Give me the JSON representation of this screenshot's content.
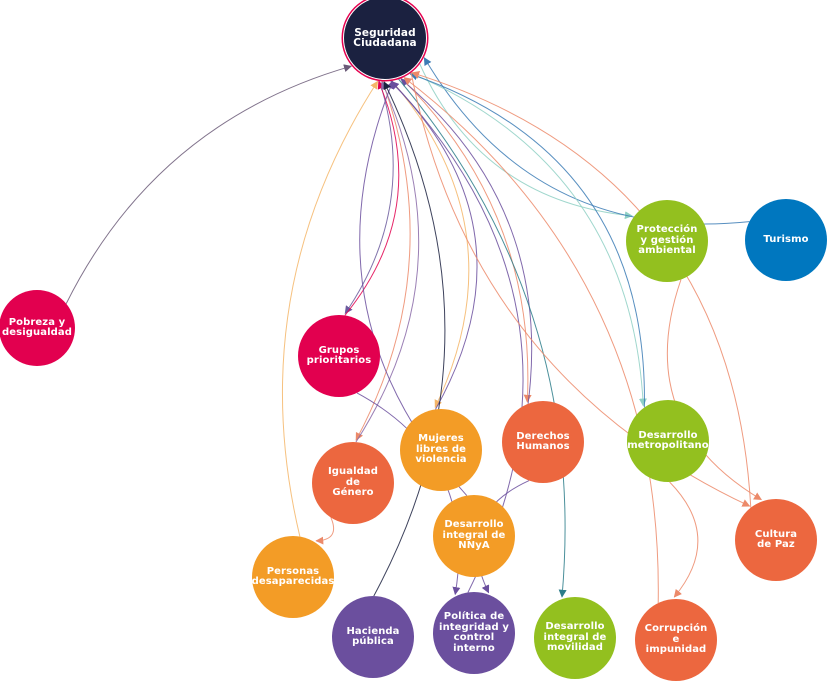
{
  "colors": {
    "navy": "#1b2140",
    "magenta": "#e2004f",
    "orange_red": "#ec673f",
    "orange": "#f39c26",
    "green": "#93c01f",
    "blue": "#0077bf",
    "purple": "#6b4f9e"
  },
  "nodes": [
    {
      "id": "seguridad",
      "label": "Seguridad\nCiudadana",
      "color": "#1b2140"
    },
    {
      "id": "pobreza",
      "label": "Pobreza y\ndesigualdad",
      "color": "#e2004f"
    },
    {
      "id": "grupos",
      "label": "Grupos\nprioritarios",
      "color": "#e2004f"
    },
    {
      "id": "proteccion",
      "label": "Protección\ny gestión\nambiental",
      "color": "#93c01f"
    },
    {
      "id": "turismo",
      "label": "Turismo",
      "color": "#0077bf"
    },
    {
      "id": "mujeres",
      "label": "Mujeres\nlibres de\nviolencia",
      "color": "#f39c26"
    },
    {
      "id": "derechos",
      "label": "Derechos\nHumanos",
      "color": "#ec673f"
    },
    {
      "id": "metropolitano",
      "label": "Desarrollo\nmetropolitano",
      "color": "#93c01f"
    },
    {
      "id": "igualdad",
      "label": "Igualdad\nde\nGénero",
      "color": "#ec673f"
    },
    {
      "id": "nnya",
      "label": "Desarrollo\nintegral de\nNNyA",
      "color": "#f39c26"
    },
    {
      "id": "cultura",
      "label": "Cultura\nde Paz",
      "color": "#ec673f"
    },
    {
      "id": "personas",
      "label": "Personas\ndesaparecidas",
      "color": "#f39c26"
    },
    {
      "id": "hacienda",
      "label": "Hacienda\npública",
      "color": "#6b4f9e"
    },
    {
      "id": "politica",
      "label": "Política de\nintegridad y\ncontrol\ninterno",
      "color": "#6b4f9e"
    },
    {
      "id": "movilidad",
      "label": "Desarrollo\nintegral de\nmovilidad",
      "color": "#93c01f"
    },
    {
      "id": "corrupcion",
      "label": "Corrupción\ne impunidad",
      "color": "#ec673f"
    }
  ],
  "edges": [
    {
      "from": "pobreza",
      "to": "seguridad",
      "color": "#6b5a78"
    },
    {
      "from": "seguridad",
      "to": "proteccion",
      "color": "#8fd0c4"
    },
    {
      "from": "turismo",
      "to": "seguridad",
      "color": "#3b7bb5"
    },
    {
      "from": "proteccion",
      "to": "cultura",
      "color": "#ec8a6a"
    },
    {
      "from": "seguridad",
      "to": "grupos",
      "color": "#6b5a9e"
    },
    {
      "from": "grupos",
      "to": "seguridad",
      "color": "#e2004f"
    },
    {
      "from": "seguridad",
      "to": "mujeres",
      "color": "#f5b668"
    },
    {
      "from": "mujeres",
      "to": "seguridad",
      "color": "#6b4f9e"
    },
    {
      "from": "seguridad",
      "to": "derechos",
      "color": "#ec8a6a"
    },
    {
      "from": "derechos",
      "to": "seguridad",
      "color": "#6b4f9e"
    },
    {
      "from": "seguridad",
      "to": "metropolitano",
      "color": "#8fd0c4"
    },
    {
      "from": "metropolitano",
      "to": "seguridad",
      "color": "#3b7bb5"
    },
    {
      "from": "seguridad",
      "to": "igualdad",
      "color": "#ec8a6a"
    },
    {
      "from": "igualdad",
      "to": "seguridad",
      "color": "#8a6aa8"
    },
    {
      "from": "nnya",
      "to": "seguridad",
      "color": "#6b4f9e"
    },
    {
      "from": "cultura",
      "to": "seguridad",
      "color": "#ec8a6a"
    },
    {
      "from": "personas",
      "to": "seguridad",
      "color": "#f5b668"
    },
    {
      "from": "hacienda",
      "to": "seguridad",
      "color": "#1b2140"
    },
    {
      "from": "grupos",
      "to": "politica",
      "color": "#6b4f9e"
    },
    {
      "from": "politica",
      "to": "seguridad",
      "color": "#6b4f9e"
    },
    {
      "from": "seguridad",
      "to": "movilidad",
      "color": "#2b7d8a"
    },
    {
      "from": "corrupcion",
      "to": "seguridad",
      "color": "#ec8a6a"
    },
    {
      "from": "metropolitano",
      "to": "corrupcion",
      "color": "#ec8a6a"
    },
    {
      "from": "derechos",
      "to": "politica",
      "color": "#6b4f9e"
    },
    {
      "from": "igualdad",
      "to": "personas",
      "color": "#ec8a6a"
    },
    {
      "from": "seguridad",
      "to": "cultura",
      "color": "#ec8a6a"
    }
  ]
}
